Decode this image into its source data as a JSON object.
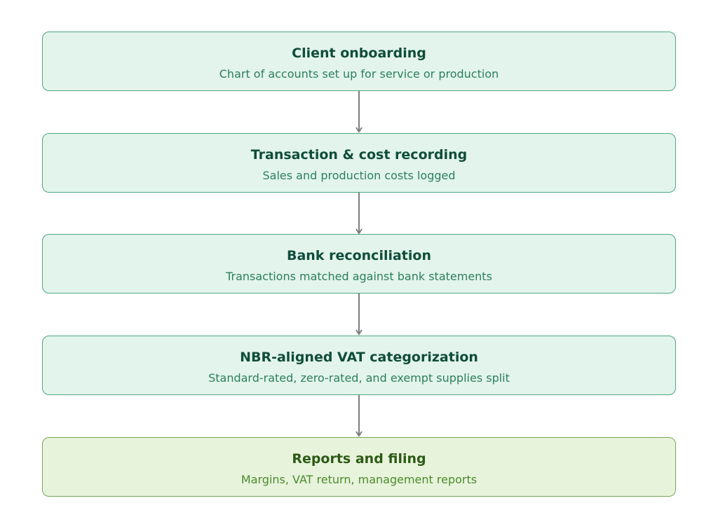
{
  "steps": [
    {
      "title": "Client onboarding",
      "description": "Chart of accounts set up for service or production"
    },
    {
      "title": "Transaction & cost recording",
      "description": "Sales and production costs logged"
    },
    {
      "title": "Bank reconciliation",
      "description": "Transactions matched against bank statements"
    },
    {
      "title": "NBR-aligned VAT categorization",
      "description": "Standard-rated, zero-rated, and exempt supplies split"
    },
    {
      "title": "Reports and filing",
      "description": "Margins, VAT return, management reports"
    }
  ],
  "colors": {
    "step_fill": "#e3f4ec",
    "step_border": "#4fa67f",
    "final_fill": "#e8f3dc",
    "final_border": "#74a85a",
    "arrow": "#7d7d7d"
  }
}
